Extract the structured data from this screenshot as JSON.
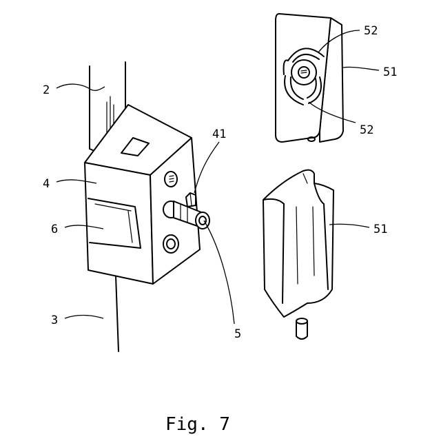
{
  "labels": {
    "ref_2": "2",
    "ref_4": "4",
    "ref_6": "6",
    "ref_3": "3",
    "ref_41": "41",
    "ref_5": "5",
    "ref_52_top": "52",
    "ref_52_bottom": "52",
    "ref_51_top": "51",
    "ref_51_bottom": "51"
  },
  "caption": "Fig. 7"
}
